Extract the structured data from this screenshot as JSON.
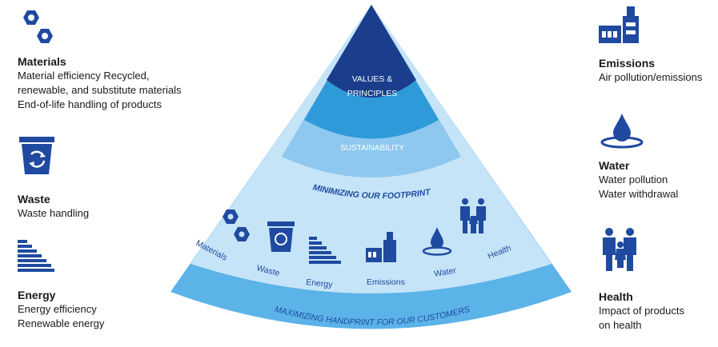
{
  "left_panel": {
    "materials": {
      "title": "Materials",
      "lines": [
        "Material efficiency Recycled,",
        "renewable, and substitute materials",
        "End-of-life handling of products"
      ],
      "icon": "hexagon-nuts-icon"
    },
    "waste": {
      "title": "Waste",
      "lines": [
        "Waste handling"
      ],
      "icon": "recycle-bin-icon"
    },
    "energy": {
      "title": "Energy",
      "lines": [
        "Energy efficiency",
        "Renewable energy"
      ],
      "icon": "energy-bars-icon"
    }
  },
  "right_panel": {
    "emissions": {
      "title": "Emissions",
      "lines": [
        "Air pollution/emissions"
      ],
      "icon": "factory-icon"
    },
    "water": {
      "title": "Water",
      "lines": [
        "Water pollution",
        "Water withdrawal"
      ],
      "icon": "water-drop-icon"
    },
    "health": {
      "title": "Health",
      "lines": [
        "Impact of products",
        "on health"
      ],
      "icon": "family-icon"
    }
  },
  "pyramid": {
    "values_line1": "VALUES &",
    "values_line2": "PRINCIPLES",
    "sustainability": "SUSTAINABILITY",
    "footprint": "MINIMIZING OUR FOOTPRINT",
    "handprint": "MAXIMIZING HANDPRINT FOR OUR CUSTOMERS",
    "labels": {
      "materials": "Materials",
      "waste": "Waste",
      "energy": "Energy",
      "emissions": "Emissions",
      "water": "Water",
      "health": "Health"
    }
  },
  "colors": {
    "dark_blue": "#1a3e8c",
    "mid_blue": "#2e9ad9",
    "light_blue": "#8ec8ee",
    "pale_blue": "#c6e4f8",
    "outer_blue": "#5bb3e8",
    "icon_blue": "#1f4aa0"
  }
}
